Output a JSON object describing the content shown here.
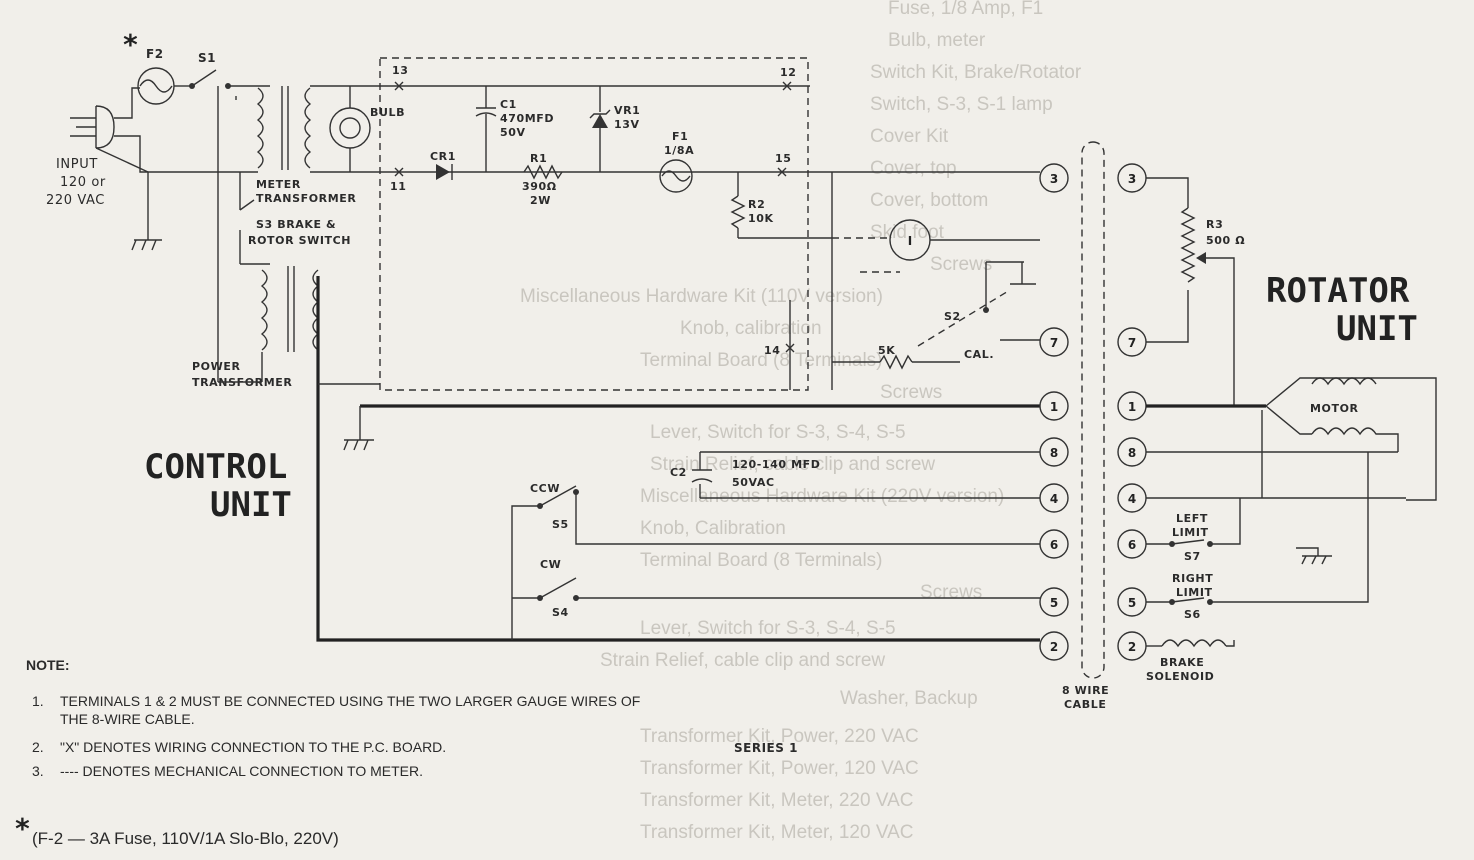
{
  "diagram": {
    "section_labels": {
      "control_unit_line1": "CONTROL",
      "control_unit_line2": "UNIT",
      "rotator_unit_line1": "ROTATOR",
      "rotator_unit_line2": "UNIT"
    },
    "components": {
      "fuse_f2": "F2",
      "fuse_f2_asterisk": "*",
      "switch_s1": "S1",
      "input_line1": "INPUT",
      "input_line2": "120 or",
      "input_line3": "220 VAC",
      "bulb": "BULB",
      "meter_transformer_line1": "METER",
      "meter_transformer_line2": "TRANSFORMER",
      "s3_line1": "S3 BRAKE &",
      "s3_line2": "ROTOR SWITCH",
      "power_transformer_line1": "POWER",
      "power_transformer_line2": "TRANSFORMER",
      "c1_name": "C1",
      "c1_value": "470MFD",
      "c1_voltage": "50V",
      "vr1_name": "VR1",
      "vr1_value": "13V",
      "cr1": "CR1",
      "r1_name": "R1",
      "r1_value": "390Ω",
      "r1_power": "2W",
      "f1_name": "F1",
      "f1_value": "1/8A",
      "r2_name": "R2",
      "r2_value": "10K",
      "meter": "I",
      "s2": "S2",
      "pot_5k": "5K",
      "cal": "CAL.",
      "c2_name": "C2",
      "c2_value": "120-140 MFD",
      "c2_voltage": "50VAC",
      "ccw": "CCW",
      "s5": "S5",
      "cw": "CW",
      "s4": "S4",
      "r3_name": "R3",
      "r3_value": "500 Ω",
      "motor": "MOTOR",
      "left_limit_line1": "LEFT",
      "left_limit_line2": "LIMIT",
      "s7": "S7",
      "right_limit_line1": "RIGHT",
      "right_limit_line2": "LIMIT",
      "s6": "S6",
      "brake_line1": "BRAKE",
      "brake_line2": "SOLENOID",
      "cable_line1": "8 WIRE",
      "cable_line2": "CABLE",
      "series": "SERIES 1"
    },
    "pcb_points": [
      "13",
      "12",
      "11",
      "15",
      "14"
    ],
    "control_terminals": [
      "3",
      "7",
      "1",
      "8",
      "4",
      "6",
      "5",
      "2"
    ],
    "rotator_terminals": [
      "3",
      "7",
      "1",
      "8",
      "4",
      "6",
      "5",
      "2"
    ]
  },
  "notes": {
    "heading": "NOTE:",
    "items": [
      {
        "num": "1.",
        "line1": "TERMINALS 1 & 2 MUST BE CONNECTED USING THE TWO LARGER GAUGE WIRES OF",
        "line2": "THE 8-WIRE CABLE."
      },
      {
        "num": "2.",
        "line1": "\"X\" DENOTES WIRING CONNECTION TO THE P.C. BOARD."
      },
      {
        "num": "3.",
        "line1": "---- DENOTES MECHANICAL CONNECTION TO METER."
      }
    ],
    "footnote_star": "*",
    "footnote": "(F-2 — 3A Fuse, 110V/1A Slo-Blo, 220V)"
  },
  "bleed_through_text": [
    "Fuse, 1/8 Amp, F1",
    "Bulb, meter",
    "Switch Kit, Brake/Rotator",
    "Switch, S-3, S-1 lamp",
    "Cover Kit",
    "Cover, top",
    "Cover, bottom",
    "Skid foot",
    "Screws",
    "Miscellaneous Hardware Kit (110V version)",
    "Knob, calibration",
    "Terminal Board (8 Terminals)",
    "Screws",
    "Lever, Switch for S-3, S-4, S-5",
    "Strain Relief, cable clip and screw",
    "Miscellaneous Hardware Kit (220V version)",
    "Knob, Calibration",
    "Terminal Board (8 Terminals)",
    "Screws",
    "Lever, Switch for S-3, S-4, S-5",
    "Strain Relief, cable clip and screw",
    "Washer, Backup",
    "Transformer Kit, Power, 220 VAC",
    "Transformer Kit, Power, 120 VAC",
    "Transformer Kit, Meter, 220 VAC",
    "Transformer Kit, Meter, 120 VAC"
  ]
}
